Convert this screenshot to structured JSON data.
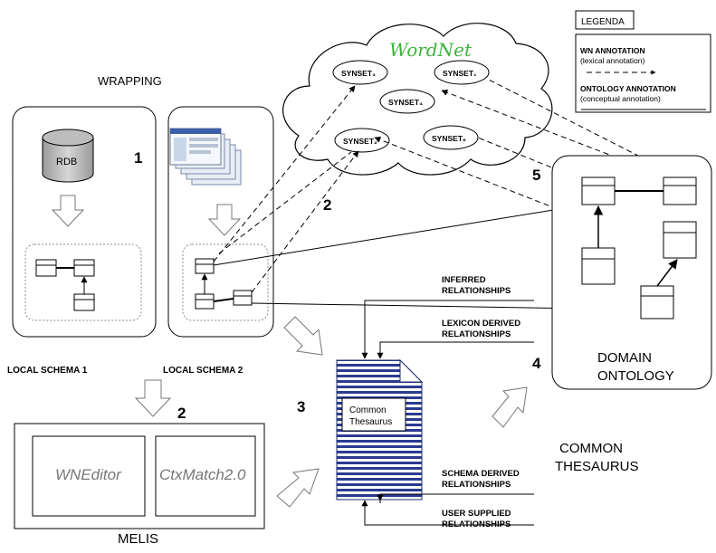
{
  "legend": {
    "title": "LEGENDA",
    "wn_line1": "WN ANNOTATION",
    "wn_line2": "(lexical annotation)",
    "onto_line1": "ONTOLOGY ANNOTATION",
    "onto_line2": "(conceptual annotation)"
  },
  "wordnet": {
    "logo": "WordNet",
    "synsets": [
      "SYNSET₃",
      "SYNSET₁",
      "SYNSET₄",
      "SYNSET₂",
      "SYNSET₆"
    ]
  },
  "wrapping": {
    "label": "WRAPPING",
    "rdb_label": "RDB",
    "schema1_label": "LOCAL SCHEMA 1",
    "schema2_label": "LOCAL SCHEMA 2"
  },
  "steps": {
    "s1": "1",
    "s2": "2",
    "s3": "3",
    "s4": "4",
    "s5": "5"
  },
  "ontology": {
    "line1": "DOMAIN",
    "line2": "ONTOLOGY"
  },
  "thesaurus": {
    "doc_line1": "Common",
    "doc_line2": "Thesaurus",
    "label_line1": "COMMON",
    "label_line2": "THESAURUS"
  },
  "relationships": {
    "inferred": [
      "INFERRED",
      "RELATIONSHIPS"
    ],
    "lexicon": [
      "LEXICON DERIVED",
      "RELATIONSHIPS"
    ],
    "schema": [
      "SCHEMA DERIVED",
      "RELATIONSHIPS"
    ],
    "user": [
      "USER SUPPLIED",
      "RELATIONSHIPS"
    ]
  },
  "melis": {
    "label": "MELIS",
    "tool1": "WNEditor",
    "tool2": "CtxMatch2.0"
  }
}
